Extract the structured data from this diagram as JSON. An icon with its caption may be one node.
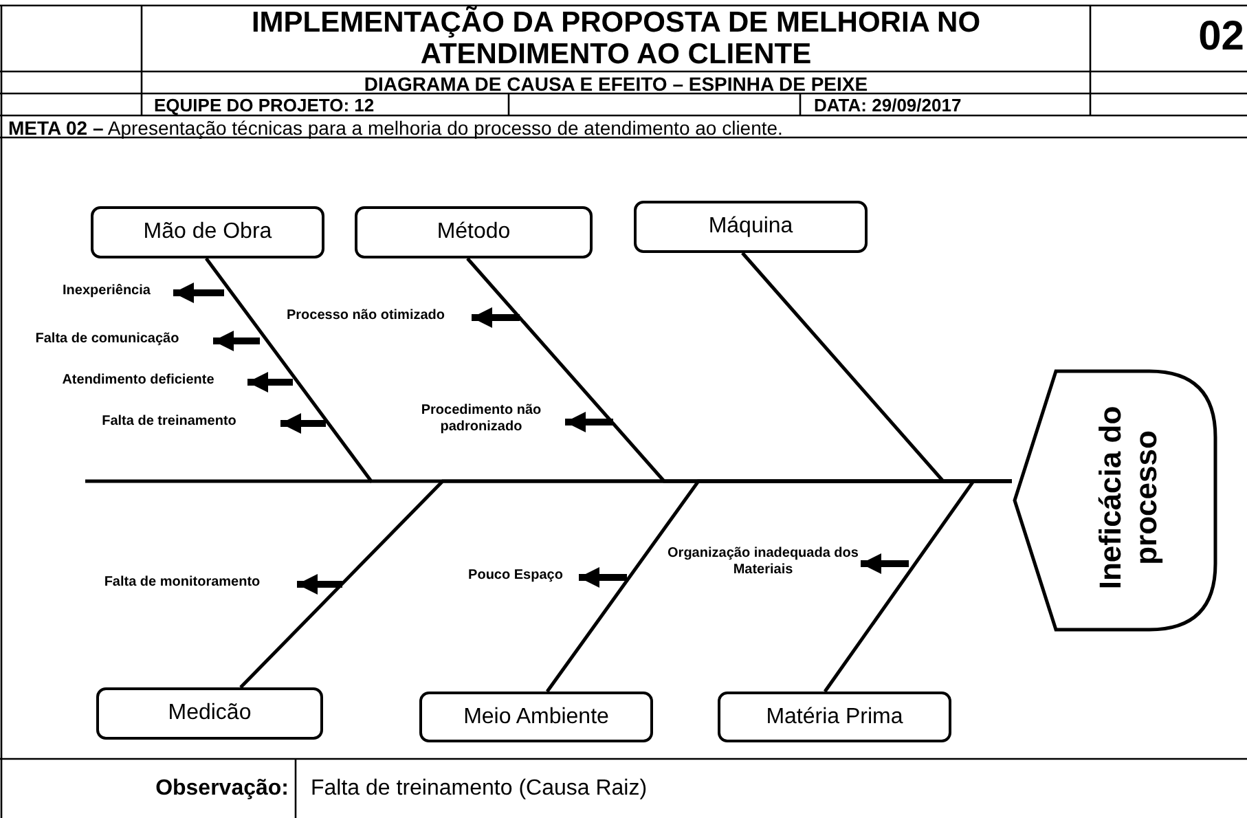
{
  "diagram": {
    "title": "IMPLEMENTAÇÃO DA PROPOSTA DE MELHORIA NO ATENDIMENTO AO CLIENTE",
    "nodes": [
      {
        "text": [
          "Mão de Obra"
        ]
      },
      {
        "text": [
          "Método"
        ]
      },
      {
        "text": [
          "Máquina"
        ]
      },
      {
        "text": [
          "Ineficácia do processo"
        ]
      },
      {
        "text": [
          "Medicão"
        ]
      },
      {
        "text": [
          "Meio Ambiente"
        ]
      },
      {
        "text": [
          "Matéria Prima"
        ]
      },
      {
        "text": [
          "Inexperiência"
        ]
      },
      {
        "text": [
          "Falta de comunicação"
        ]
      },
      {
        "text": [
          "Atendimento deficiente"
        ]
      },
      {
        "text": [
          "Falta de treinamento"
        ]
      },
      {
        "text": [
          "Processo não otimizado"
        ]
      },
      {
        "text": [
          "Procedimento não padronizado"
        ]
      },
      {
        "text": [
          "Falta de monitoramento"
        ]
      },
      {
        "text": [
          "Pouco Espaço"
        ]
      },
      {
        "text": [
          "Organização inadequada dos Materiais"
        ]
      }
    ],
    "edges": [
      {
        "from": 0,
        "to": 3,
        "arrow": "none"
      },
      {
        "from": 1,
        "to": 3,
        "arrow": "none"
      },
      {
        "from": 2,
        "to": 3,
        "arrow": "none"
      },
      {
        "from": 4,
        "to": 3,
        "arrow": "none"
      },
      {
        "from": 5,
        "to": 3,
        "arrow": "none"
      },
      {
        "from": 6,
        "to": 3,
        "arrow": "none"
      },
      {
        "from": null,
        "to": 7,
        "arrow": "to"
      },
      {
        "from": null,
        "to": 8,
        "arrow": "to"
      },
      {
        "from": null,
        "to": 9,
        "arrow": "to"
      },
      {
        "from": null,
        "to": 10,
        "arrow": "to"
      },
      {
        "from": null,
        "to": 11,
        "arrow": "to"
      },
      {
        "from": null,
        "to": 12,
        "arrow": "to"
      },
      {
        "from": null,
        "to": 13,
        "arrow": "to"
      },
      {
        "from": null,
        "to": 14,
        "arrow": "to"
      },
      {
        "from": null,
        "to": 15,
        "arrow": "to"
      }
    ],
    "labels": [
      "02",
      "DIAGRAMA DE CAUSA E EFEITO – ESPINHA DE PEIXE",
      "EQUIPE DO PROJETO: 12",
      "DATA: 29/09/2017",
      "**META 02 –** Apresentação técnicas para a melhoria do processo de atendimento ao cliente.",
      "Observação:",
      "Falta de treinamento (Causa Raiz)"
    ]
  }
}
